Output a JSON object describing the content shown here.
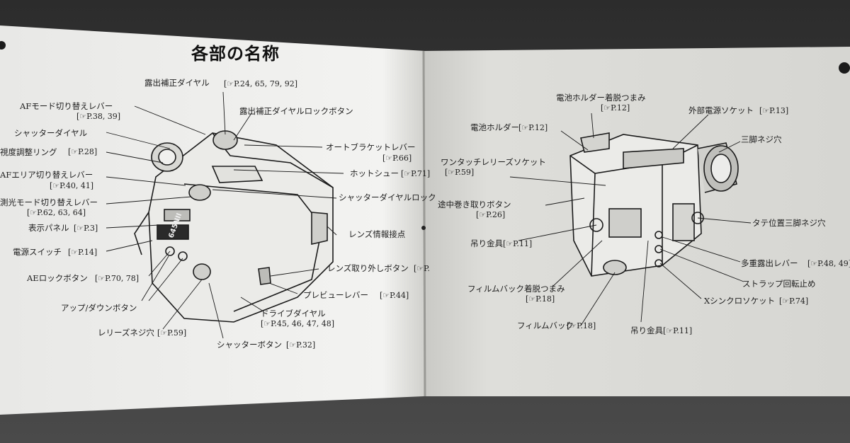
{
  "page_title": "各部の名称",
  "left_labels": [
    {
      "text": "露出補正ダイヤル",
      "ref": "[☞P.24, 65, 79, 92]"
    },
    {
      "text": "露出補正ダイヤルロックボタン"
    },
    {
      "text": "AFモード切り替えレバー",
      "ref": "[☞P.38, 39]"
    },
    {
      "text": "シャッターダイヤル"
    },
    {
      "text": "視度調整リング",
      "ref": "[☞P.28]"
    },
    {
      "text": "AFエリア切り替えレバー",
      "ref": "[☞P.40, 41]"
    },
    {
      "text": "測光モード切り替えレバー",
      "ref": "[☞P.62, 63, 64]"
    },
    {
      "text": "表示パネル",
      "ref": "[☞P.3]"
    },
    {
      "text": "電源スイッチ",
      "ref": "[☞P.14]"
    },
    {
      "text": "AEロックボタン",
      "ref": "[☞P.70, 78]"
    },
    {
      "text": "アップ/ダウンボタン"
    },
    {
      "text": "レリーズネジ穴",
      "ref": "[☞P.59]"
    },
    {
      "text": "シャッターボタン",
      "ref": "[☞P.32]"
    },
    {
      "text": "ドライブダイヤル",
      "ref": "[☞P.45, 46, 47, 48]"
    },
    {
      "text": "プレビューレバー",
      "ref": "[☞P.44]"
    },
    {
      "text": "レンズ取り外しボタン",
      "ref": "[☞P."
    },
    {
      "text": "レンズ情報接点"
    },
    {
      "text": "シャッターダイヤルロック"
    },
    {
      "text": "ホットシュー",
      "ref": "[☞P.71]"
    },
    {
      "text": "オートブラケットレバー",
      "ref": "[☞P.66]"
    }
  ],
  "right_labels": [
    {
      "text": "電池ホルダー着脱つまみ",
      "ref": "[☞P.12]"
    },
    {
      "text": "外部電源ソケット",
      "ref": "[☞P.13]"
    },
    {
      "text": "電池ホルダー",
      "ref": "[☞P.12]"
    },
    {
      "text": "三脚ネジ穴"
    },
    {
      "text": "ワンタッチレリーズソケット",
      "ref": "[☞P.59]"
    },
    {
      "text": "途中巻き取りボタン",
      "ref": "[☞P.26]"
    },
    {
      "text": "タテ位置三脚ネジ穴"
    },
    {
      "text": "吊り金具",
      "ref": "[☞P.11]"
    },
    {
      "text": "多重露出レバー",
      "ref": "[☞P.48, 49]"
    },
    {
      "text": "ストラップ回転止め"
    },
    {
      "text": "フィルムバック着脱つまみ",
      "ref": "[☞P.18]"
    },
    {
      "text": "Xシンクロソケット",
      "ref": "[☞P.74]"
    },
    {
      "text": "フィルムバック",
      "ref": "[☞P.18]"
    },
    {
      "text": "吊り金具",
      "ref": "[☞P.11]"
    }
  ],
  "camera_marking": "645NII",
  "colors": {
    "paper_left": "#f1f1ef",
    "paper_right": "#dcdcd8",
    "background": "#3a3a3a",
    "ink": "#1d1d1d"
  }
}
